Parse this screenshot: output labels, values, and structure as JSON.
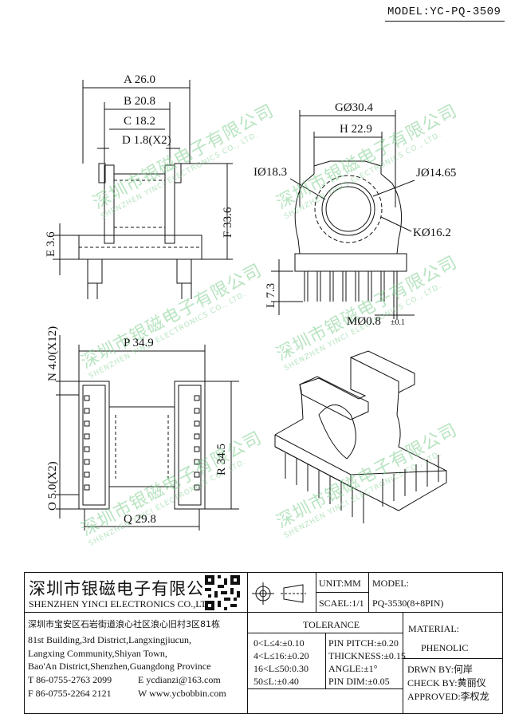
{
  "model_label": "MODEL:YC-PQ-3509",
  "dimensions": {
    "a": "A 26.0",
    "b": "B 20.8",
    "c": "C 18.2",
    "d": "D 1.8(X2)",
    "e": "E 3.6",
    "f": "F 33.6",
    "g": "GØ30.4",
    "h": "H 22.9",
    "i": "IØ18.3",
    "j": "JØ14.65",
    "k": "KØ16.2",
    "l": "L 7.3",
    "m": "MØ0.8",
    "m_tol": "±0.1",
    "n": "N 4.0(X12)",
    "o": "O 5.0(X2)",
    "p": "P 34.9",
    "q": "Q 29.8",
    "r": "R 34.5"
  },
  "watermark": {
    "cn": "深圳市银磁电子有限公司",
    "en": "SHENZHEN YINCI ELECTRONICS CO., LTD."
  },
  "title_block": {
    "company_cn": "深圳市银磁电子有限公司",
    "company_en": "SHENZHEN YINCI ELECTRONICS CO.,LTD.",
    "address_cn": "深圳市宝安区石岩街道浪心社区浪心旧村3区81栋",
    "address_en_1": "81st Building,3rd District,Langxingjiucun,",
    "address_en_2": "Langxing Community,Shiyan Town,",
    "address_en_3": "Bao'An District,Shenzhen,Guangdong Province",
    "tel": "T 86-0755-2763 2099",
    "email": "E ycdianzi@163.com",
    "fax": "F 86-0755-2264 2121",
    "web": "W www.ycbobbin.com",
    "unit": "UNIT:MM",
    "scale": "SCAEL:1/1",
    "model_hdr": "MODEL:",
    "model_val": "PQ-3530(8+8PIN)",
    "tolerance_hdr": "TOLERANCE",
    "tol_rows": [
      "0<L≤4:±0.10",
      "4<L≤16:±0.20",
      "16<L≤50:0.30",
      "50≤L:±0.40"
    ],
    "tol_rows2": [
      "PIN PITCH:±0.20",
      "THICKNESS:±0.15",
      "ANGLE:±1°",
      "PIN DIM:±0.05"
    ],
    "material_hdr": "MATERIAL:",
    "material_val": "PHENOLIC",
    "drawn_by": "DRWN BY:何岸",
    "check_by": "CHECK BY:黄丽仪",
    "approved": "APPROVED:李权龙"
  }
}
